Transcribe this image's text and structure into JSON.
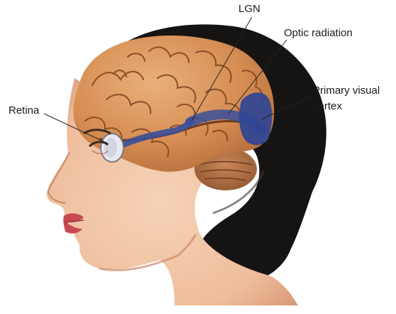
{
  "labels": {
    "lgn": "LGN",
    "optic_radiation": "Optic radiation",
    "primary_visual_cortex_line1": "Primary visual",
    "primary_visual_cortex_line2": "cortex",
    "retina": "Retina"
  },
  "colors": {
    "hair": "#161412",
    "skin": "#f0c2a2",
    "skin_shadow": "#d99a78",
    "brain": "#d9945a",
    "brain_dark": "#9a5a2c",
    "visual_pathway": "#3a4f9a",
    "lips": "#c84a50",
    "cerebellum": "#b77448"
  }
}
